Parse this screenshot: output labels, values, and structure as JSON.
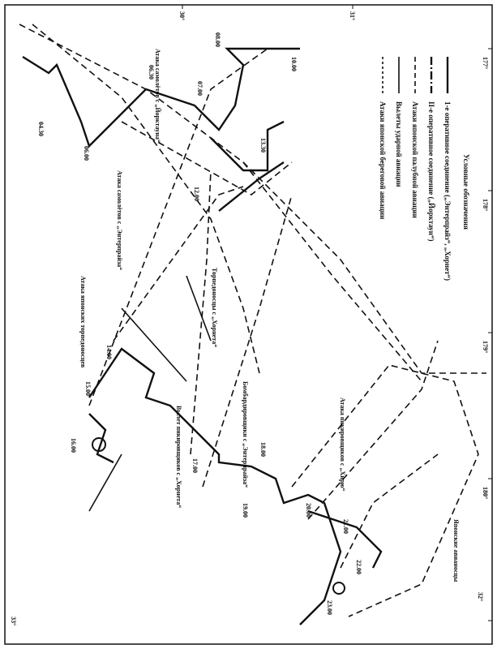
{
  "legend": {
    "title": "Условные обозначения",
    "items": [
      "1-е оперативное соединение („Энтерпрайз“, „Хорнет“)",
      "II-е оперативное соединение („Йорктаун“)",
      "Атаки японской палубной авиации",
      "Вылеты ударной авиации",
      "Атаки японской береговой авиации"
    ]
  },
  "grid_labels": [
    "177°",
    "178°",
    "179°",
    "180°",
    "30°",
    "31°",
    "32°",
    "33°"
  ],
  "times": [
    "04.30",
    "06.00",
    "06.30",
    "07.00",
    "08.00",
    "10.00",
    "12.00",
    "13.30",
    "14.00",
    "15.00",
    "16.00",
    "17.00",
    "18.00",
    "19.00",
    "20.00",
    "21.00",
    "22.00",
    "23.00"
  ],
  "annotations": [
    "Атака самолётов с „Йорктауна“",
    "Атака самолётов с „Энтерпрайза“",
    "Атака японских торпедоносцев",
    "Торпедоносцы с „Хорнета“",
    "Вылет пикировщиков с „Хорнета“",
    "Бомбардировщики с „Энтерпрайза“",
    "Атака пикировщиков с „Хирю“",
    "Японские авианосцы"
  ]
}
